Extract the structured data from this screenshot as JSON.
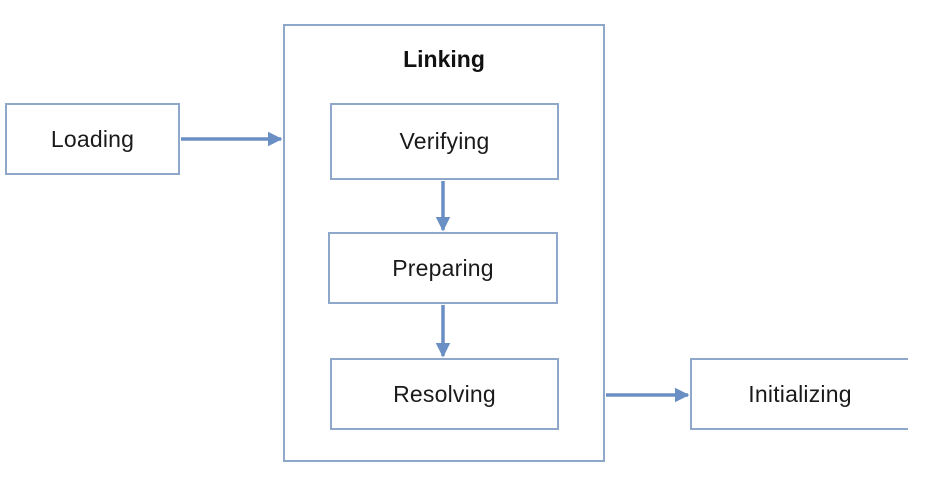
{
  "diagram": {
    "nodes": {
      "loading": "Loading",
      "linking": "Linking",
      "verifying": "Verifying",
      "preparing": "Preparing",
      "resolving": "Resolving",
      "initializing": "Initializing"
    },
    "colors": {
      "border": "#8fa7c9",
      "arrow": "#6a8fc4",
      "text": "#1a1a1a"
    }
  }
}
